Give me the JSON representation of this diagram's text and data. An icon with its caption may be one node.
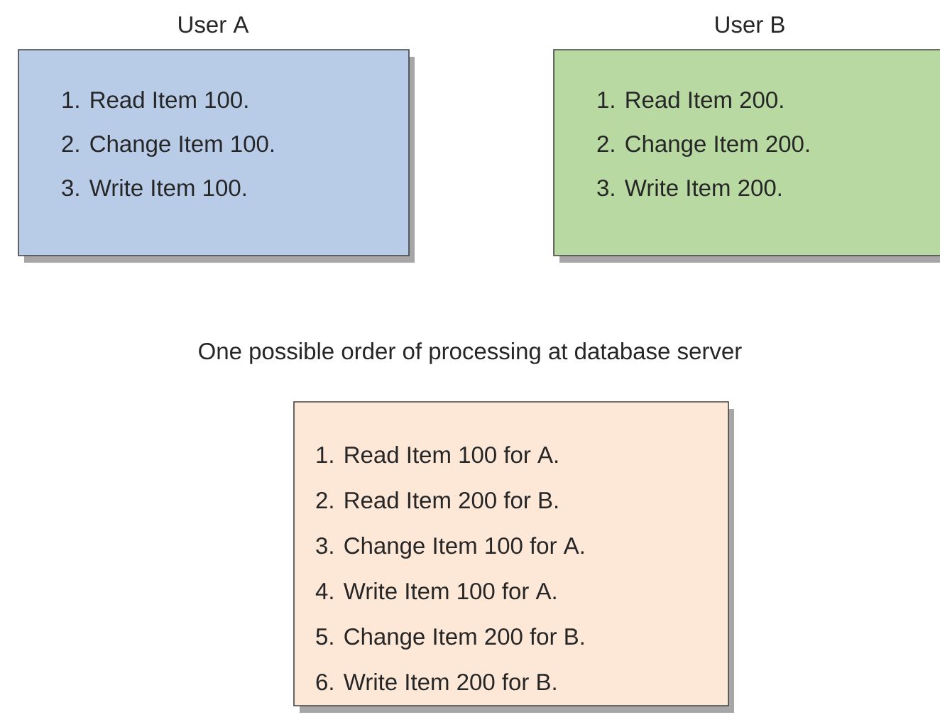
{
  "diagram": {
    "nodes": [
      {
        "text": [
          "User A",
          "1. Read Item 100.",
          "2. Change Item 100.",
          "3. Write Item 100."
        ]
      },
      {
        "text": [
          "User B",
          "1. Read Item 200.",
          "2. Change Item 200.",
          "3. Write Item 200."
        ]
      },
      {
        "text": [
          "One possible order of processing at database server",
          "1. Read Item 100 for A.",
          "2. Read Item 200 for B.",
          "3. Change Item 100 for A.",
          "4. Write Item 100 for A.",
          "5. Change Item 200 for B.",
          "6. Write Item 200 for B."
        ]
      }
    ]
  }
}
